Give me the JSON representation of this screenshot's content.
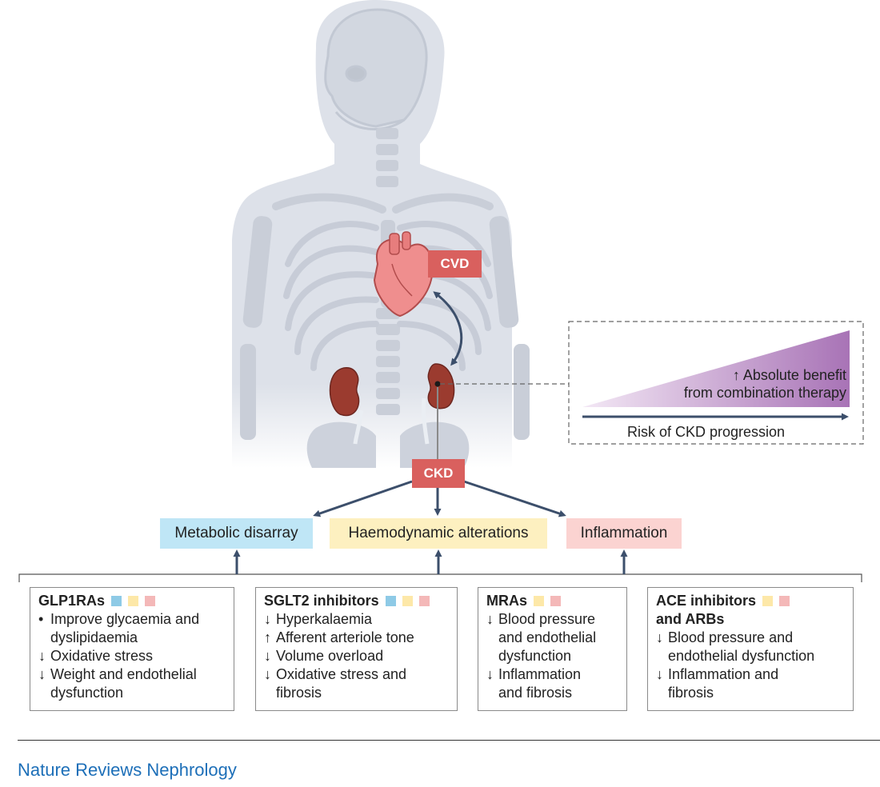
{
  "organs": {
    "cvd_label": "CVD",
    "ckd_label": "CKD"
  },
  "benefit_panel": {
    "line1": "↑ Absolute benefit",
    "line2": "from combination therapy",
    "axis_label": "Risk of CKD progression"
  },
  "categories": [
    {
      "label": "Metabolic disarray",
      "color": "#bfe6f6"
    },
    {
      "label": "Haemodynamic alterations",
      "color": "#fdf0c0"
    },
    {
      "label": "Inflammation",
      "color": "#fbd3d1"
    }
  ],
  "drugs": [
    {
      "title": "GLP1RAs",
      "squares": [
        "blue",
        "yellow",
        "pink"
      ],
      "effects": [
        {
          "marker": "•",
          "lines": [
            "Improve glycaemia and",
            "dyslipidaemia"
          ]
        },
        {
          "marker": "↓",
          "lines": [
            "Oxidative stress"
          ]
        },
        {
          "marker": "↓",
          "lines": [
            "Weight and endothelial",
            "dysfunction"
          ]
        }
      ]
    },
    {
      "title": "SGLT2 inhibitors",
      "squares": [
        "blue",
        "yellow",
        "pink"
      ],
      "effects": [
        {
          "marker": "↓",
          "lines": [
            "Hyperkalaemia"
          ]
        },
        {
          "marker": "↑",
          "lines": [
            "Afferent arteriole tone"
          ]
        },
        {
          "marker": "↓",
          "lines": [
            "Volume overload"
          ]
        },
        {
          "marker": "↓",
          "lines": [
            "Oxidative stress and",
            "fibrosis"
          ]
        }
      ]
    },
    {
      "title": "MRAs",
      "squares": [
        "yellow",
        "pink"
      ],
      "effects": [
        {
          "marker": "↓",
          "lines": [
            "Blood pressure",
            "and endothelial",
            "dysfunction"
          ]
        },
        {
          "marker": "↓",
          "lines": [
            "Inflammation",
            "and fibrosis"
          ]
        }
      ]
    },
    {
      "title": "ACE inhibitors",
      "title2": "and ARBs",
      "squares": [
        "yellow",
        "pink"
      ],
      "effects": [
        {
          "marker": "↓",
          "lines": [
            "Blood pressure and",
            "endothelial dysfunction"
          ]
        },
        {
          "marker": "↓",
          "lines": [
            "Inflammation and",
            "fibrosis"
          ]
        }
      ]
    }
  ],
  "footer": "Nature Reviews Nephrology",
  "colors": {
    "arrow": "#3c4f6b",
    "tag": "#d9605e",
    "body": "#dde1e9",
    "bone": "#cdd2dc",
    "heart": "#ef8e8e",
    "kidney": "#9b3b2f",
    "benefit": "#b07ab8",
    "footer": "#1d6fb8"
  }
}
